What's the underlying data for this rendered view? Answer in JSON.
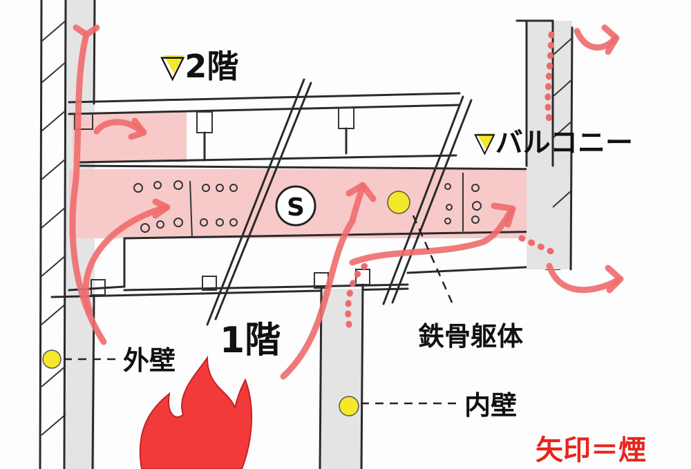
{
  "labels": {
    "floor2": "▽2階",
    "balcony": "▽バルコニー",
    "floor1": "1階",
    "outer_wall": "外壁",
    "inner_wall": "内壁",
    "steel_frame": "鉄骨躯体",
    "legend": "矢印＝煙",
    "steel_symbol": "S"
  },
  "colors": {
    "smoke": "#ee6b6b",
    "slab_fill": "#f7c9c9",
    "wall_fill": "#e4e4e4",
    "marker": "#f5e72a",
    "fire": "#f23a3a",
    "legend_text": "#e8241c"
  }
}
